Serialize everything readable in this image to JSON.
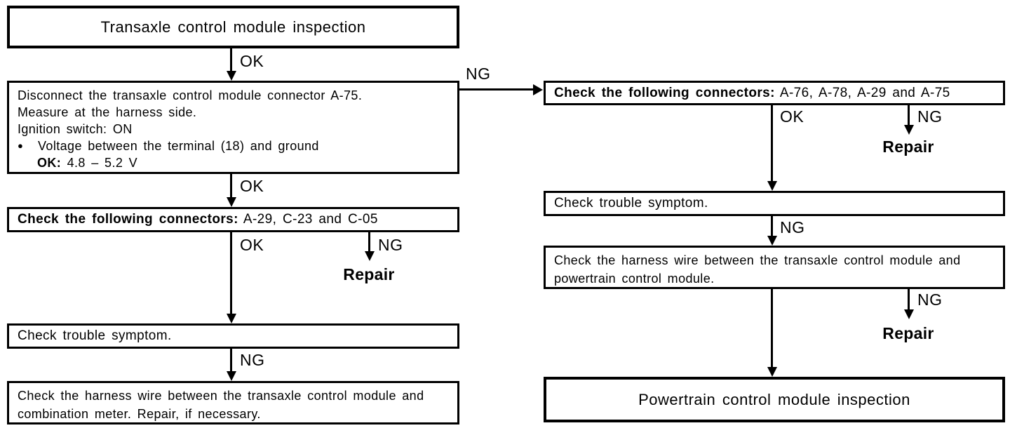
{
  "flowchart": {
    "edge_labels": {
      "ok": "OK",
      "ng": "NG"
    },
    "repair_label": "Repair",
    "bullet_icon": "●",
    "boxes": {
      "start": {
        "text": "Transaxle control module inspection"
      },
      "disconnect": {
        "line1": "Disconnect the transaxle control module connector A-75.",
        "line2": "Measure at the harness side.",
        "line3": "Ignition switch: ON",
        "bullet_text": "Voltage between the terminal (18) and ground",
        "ok_label": "OK:",
        "ok_value": "4.8 – 5.2 V"
      },
      "check_connectors_left": {
        "bold": "Check the following connectors:",
        "rest": "A-29, C-23 and C-05"
      },
      "check_symptom_left": {
        "text": "Check trouble symptom."
      },
      "harness_meter": {
        "line1": "Check the harness wire between the transaxle control module and",
        "line2": "combination meter. Repair, if necessary."
      },
      "check_connectors_right": {
        "bold": "Check the following connectors:",
        "rest": "A-76, A-78, A-29 and A-75"
      },
      "check_symptom_right": {
        "text": "Check trouble symptom."
      },
      "harness_pcm": {
        "line1": "Check the harness wire between the transaxle control module and",
        "line2": "powertrain control module."
      },
      "end": {
        "text": "Powertrain control module inspection"
      }
    }
  }
}
